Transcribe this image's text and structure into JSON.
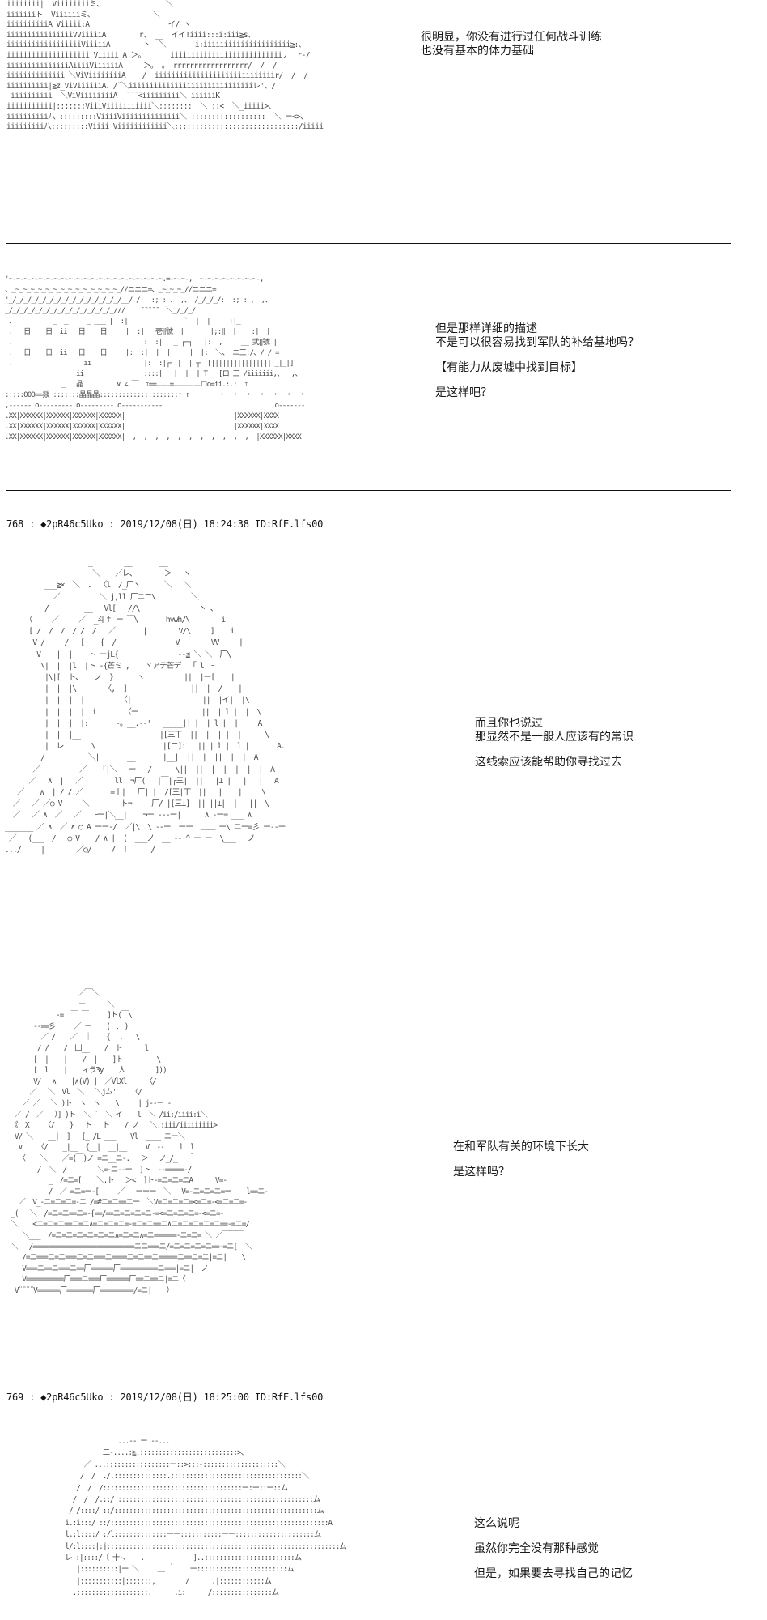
{
  "panels": [
    {
      "art": "iiiiiiii|  Viiiiiiiiミ、               ＼ \niiiiiiiト  Viiiiiiミ、              ＼\niiiiiiiiiiA Viiiii:A                   イ/ ヽ\niiiiiiiiiiiiiiiiVViiiiiA        r、 __  イイ!iiii:::i:iii≧s、\niiiiiiiiiiiiiiiiiiViiiiiA        丶  ＼___    i:iiiiiiiiiiiiiiiiiiiii≧:、\niiiiiiiiiiiiiiiiiiii Viiiii A ＞。      iiiiiiiiiiiiiiiiiiiiiiiiiii丿  r-/\niiiiiiiiiiiiiiiAiiiiViiiiiiA     ＞。 。 rrrrrrrrrrrrrrrrrr/  /  /\niiiiiiiiiiiiii ＼ViViiiiiiiiA    /  iiiiiiiiiiiiiiiiiiiiiiiiiiiiir/  /  /\niiiiiiiiii|≧z_ViViiiiiiA、/¨＼iiiiiiiiiiiiiiiiiiiiiiiiiiiiiiレ'、/\n iiiiiiiiii  ＼ViViiiiiiiiA  ̄ ̄ ̄ ̄<iiiiiiiii＼ iiiiiiK\niiiiiiiiiii|:::::::ViiiViiiiiiiiiii＼::::::::  ＼ ::<  ＼_iiiii>、\niiiiiiiiii八 :::::::::ViiiiViiiiiiiiiiiiii＼ ::::::::::::::::::  ＼ ー<>、\niiiiiiiii八:::::::::Viiii Viiiiiiiiiiii＼::::::::::::::::::::::::::::::/iiiii",
      "dialog": [
        "很明显，你没有进行过任何战斗训练",
        "也没有基本的体力基础"
      ]
    },
    {
      "art": "'~-~-~-~-~-~-~-~-~-~-~-~-~-~-~-~-~-~-~-~-~.=-~-~-,  ~-~-~-~-~-~-~-~-,\n、_~_~_~_~_~_~_~_~_~_~_~_~_~_~_//ニニニ=、_~_~_~_//ニニニ=\n'_/_/_/_/_/_/_/_/_/_/_/_/_/_/_/__/ /:  :; : 、 ,、 /_/_/_/:  :; : 、 ,、\n_/_/_/_/_/_/_/_/_/_/_/_/_/_/_///    ̄ ̄ ̄ ̄ ̄   ＼_/_/_/\n 、          _  _     _ ___ |  :|              ¨`  |  |     :|_ \n .   日    日  ii   日    日     |  :|   壱‖號  |       |;:‖  |    :|  |\n .                                  |:  :|   _ ┌─┐   |:  ,     __ 弐‖號 |\n .   日    日  ii   日    日     |:  :|  |  |  |  |  |:  ＼、 ニ三:/、/_/ =\n .                   ii              |:  :|┌┐ |  | ┬  [|||||||||||||||||_|_|]\n                   ii               |::::|  ||  |  | T   [ロ|三_/iiiiiii,、__,、\n               _   晶         ∨ ∠ ￣  ｪ==ニニ=ニニニニロo=ii.:.:  ｪ\n:::::000==燚 :::::::晶晶晶:::::::::::::::::::::↑ ↑      ー・ー・ー・ー・ー・ー・ー・ー\n,------ o--------- o--------- o-----------                              o-------\n.XX|XXXXXX|XXXXXX|XXXXXX|XXXXXX|                             |XXXXXX|XXXX\n.XX|XXXXXX|XXXXXX|XXXXXX|XXXXXX|                             |XXXXXX|XXXX\n.XX|XXXXXX|XXXXXX|XXXXXX|XXXXXX|  ,  ,  ,  ,  ,  ,  ,  ,  ,  ,  ,  |XXXXXX|XXXX",
      "dialog": [
        "但是那样详细的描述",
        "不是可以很容易找到军队的补给基地吗？",
        "",
        "【有能力从废墟中找到目标】",
        "",
        "是这样吧？"
      ]
    }
  ],
  "posts": [
    {
      "header": "768 : ◆2pR46c5Uko : 2019/12/08(日) 18:24:38 ID:RfE.lfs00",
      "panels": [
        {
          "art": "                     _        __       __\n               ___    ＼    ／レ、       ＞   ヽ\n          ___≧×  ＼  .  〈l  /_厂ヽ      ＼   ＼\n            ／          ＼ j,ll 厂ニ二\\         ＼\n          /         __   Vl[   //\\               丶 、\n     （     ／     ／  _斗ｆ ー ￣\\       hvwh/\\        i\n      [ /  /  /  / /  /   ／       |        V/\\     ]    i\n       V /     /   [    {  /               V        VV     |\n        V    |  |    ト ーjL{              _--≦ ＼ ＼ _厂\\\n         \\|  |  |l  |ト -{芒ミ ,    ヾアテ芒デ  「 l  ┘\n          |\\|[  ト、   ノ  }      ヽ          ||  |ー[    |\n          |  |  |\\       〈,  ]                ||  |__/    |\n          |  |  |  |         〈|                  ||  |イ|  |\\\n          |  |  |  |  i       〈ー                ||  | l |  |  \\\n          |  |  |  |:       -。__.--'   _____|| |  | l |  |     A\n          |  |  |__                    |[三丅  ||  |  | |  |      \\\n          |  レ       \\                 |[二]:   || | l |  l |       A.\n         /           ＼|       __       |__|  ||  |  ||  |  |  A\n       ／          ／   「|＼   ー   /      \\||  ||  |  |  |  |  |  A\n      ／   ∧  |   ／        ll  ¬厂(   |￣|┌三|  ||   |⊥ |   |   |   A\n   ／    ∧  | / / ／       =丨|   厂| |  /[三|丅  ||   |    |  |  \\\n  ／   ／ ／○ V     ＼        ト¬  |  厂/ |[三⊥]  || ||⊥|  |   ||  \\\n  ／   ／ ∧  ／   ／   ┌ー|＼__|    ¬ー ---ー|      ∧ -ー= ___ ∧\n_______ ／ ∧  ／ ∧ ○ A ーー-/  ／|\\  \\ --ー  ーー  ＿＿ ー\\ ニー=彡 ー--ー\n ／   (___  /   ○ V    / ∧ |  (  ___ノ  __ -- ^ ー ー  \\___   ノ\n.../     |        ／○/     /  !      /",
          "dialog": [
            "而且你也说过",
            "那显然不是一般人应该有的常识",
            "",
            "这线索应该能帮助你寻找过去"
          ]
        },
        {
          "art": "                    ／￣＼\n                    ー    ￣＼\n              -=  ￣ ￣     ]ト(￣\\\n        --==彡     ／ ー    ( ﹒ )\n          ／ /    ／  ｜    {  ﹒   \\\n         / /    /  凵__    /  ト      l\n        [  |    |    /  |    ]ト         \\\n        [  l    |    ィラ3y    人        ]))\n        V/   ∧    |∧(V) |  ／VlXl     〈/\n       ／   ＼  Vl  ＼   ＼jム'    〈/\n     ／ ／   ＼ )ト  ヽ  ヽ    \\     | j--ー -\n   ／ /  ／   ）] )ト  ＼ ¨  ＼ イ    l  ＼ /ii:/iiii:i＼\n  《  X    〈/    }   ト   ト    / ノ   ＼.:iii/iiiiiiiii>\n   V/ ＼    __|  ]   [_ /L ___    Vl  ____ ニー＼\n    ∨    〈/    _|__  {__|  __|__     V  --    l  l\n    〈    ＼    ／=(￣)ノ =ニ__ニ‐.   ＞   ノ_/_   ｀\n         /  ＼  /  ___   ＼=-ニ--ー  ]ト  --=====-/\n            _  /=ニ=[    ＼.ト   ＞<  ]ト-=ニ=ニ=ニA      V=-\n         ___/  ／ =ニ=ー-[     ／   ーーー  ＼   V=-ニ=ニ=ニ=ー    l==ニ-\n    ／  V_-ニ=ニ=ニ=-ニ /=#ニ=ニ==ニー  ＼V=ニ=ニ=ニ=<=ニ=-<=ニ=ニ=-\n  _(   ＼  /=ニ=ニ==ニ=-{==/==ニ=ニ=ニ=ニ-=<=ニ=ニ=ニ=-<=ニ=-\n  ＼    <ニ=ニ=ニ==ニ=ニ∧=ニ=ニ=ニ=-=ニ=ニ==ニ∧ニ=ニ=ニ=ニ=ニ==-=ニ=/\n     ＼___  /=ニ=ニ=ニ=ニ=ニ=ニ∧=ニ=ニ∧=ニ======-ニ=ニ= ＼ ／￣￣￣\n  ＼__ /===========================ニニ===ニ/=ニ=ニ=ニ=ニ==-=ニ[  ＼\n     /=ニ===ニ=ニ===ニ=ニ===ニ====ニ=ニ==ニ=====ニ==ニ=ニ|=ニ|    \\\n     V===ニ==ニ===ニ==厂======厂==========ニ===|=ニ|  ノ\n     V==========厂===ニ===厂======厂==ニ==ニ|=ニ〈\n   V¨¨¨¨V======厂=======厂=========/=ニ|    ）",
          "dialog": [
            "在和军队有关的环境下长大",
            "",
            "是这样吗？"
          ]
        }
      ]
    },
    {
      "header": "769 : ◆2pR46c5Uko : 2019/12/08(日) 18:25:00 ID:RfE.lfs00",
      "panels": [
        {
          "art": "                              ...-- ー --...\n                          二-....:≧.::::::::::::::::::::::::::>、\n                     ／_...:::::::::::::::::ー::>:::-::::::::::::::::::::＼\n                    /  /  ./.::::::::::::::.:::::::::::::::::::::::::::::::::::＼\n                   /  /  /:::::::::::::::::::::::::::::::::::::ー:ー::ー::ム\n                  /  /  /.::/ ::::::::::::::::::::::::::::::::::::::::::::::::::::ム\n                 / /::::/ ::/::::::::::::::::::::::::::::::::::::::::::::::::::::::ム\n                i.:i:::/ ::/::::::::::::::::::::::::::::::::::::::::::::::::::::::::::A\n                l.:l::::/ :/l::::::::::::::ーー:::::::::::ーー:::::::::::::::::::::ム\n                l/:l::::|:j::::::::::::::::::::::::::::::::::::::::::::::::::::::::::::::ム\n                レ|:|::::/〔 十-、   ．            ]..::::::::::::::::::::::::ム\n                   |::::::::::|ー ＼     ＿ ｀    ー::::::::::::::::::::::::ム\n                   |:::::::::::|:::::::,        /      .|::::::::::::ム\n                  .:::::::::::::::::::.      .i:      /::::::::::::::::ム",
          "dialog": [
            "这么说呢",
            "",
            "虽然你完全没有那种感觉",
            "",
            "但是，如果要去寻找自己的记忆"
          ]
        }
      ]
    }
  ]
}
